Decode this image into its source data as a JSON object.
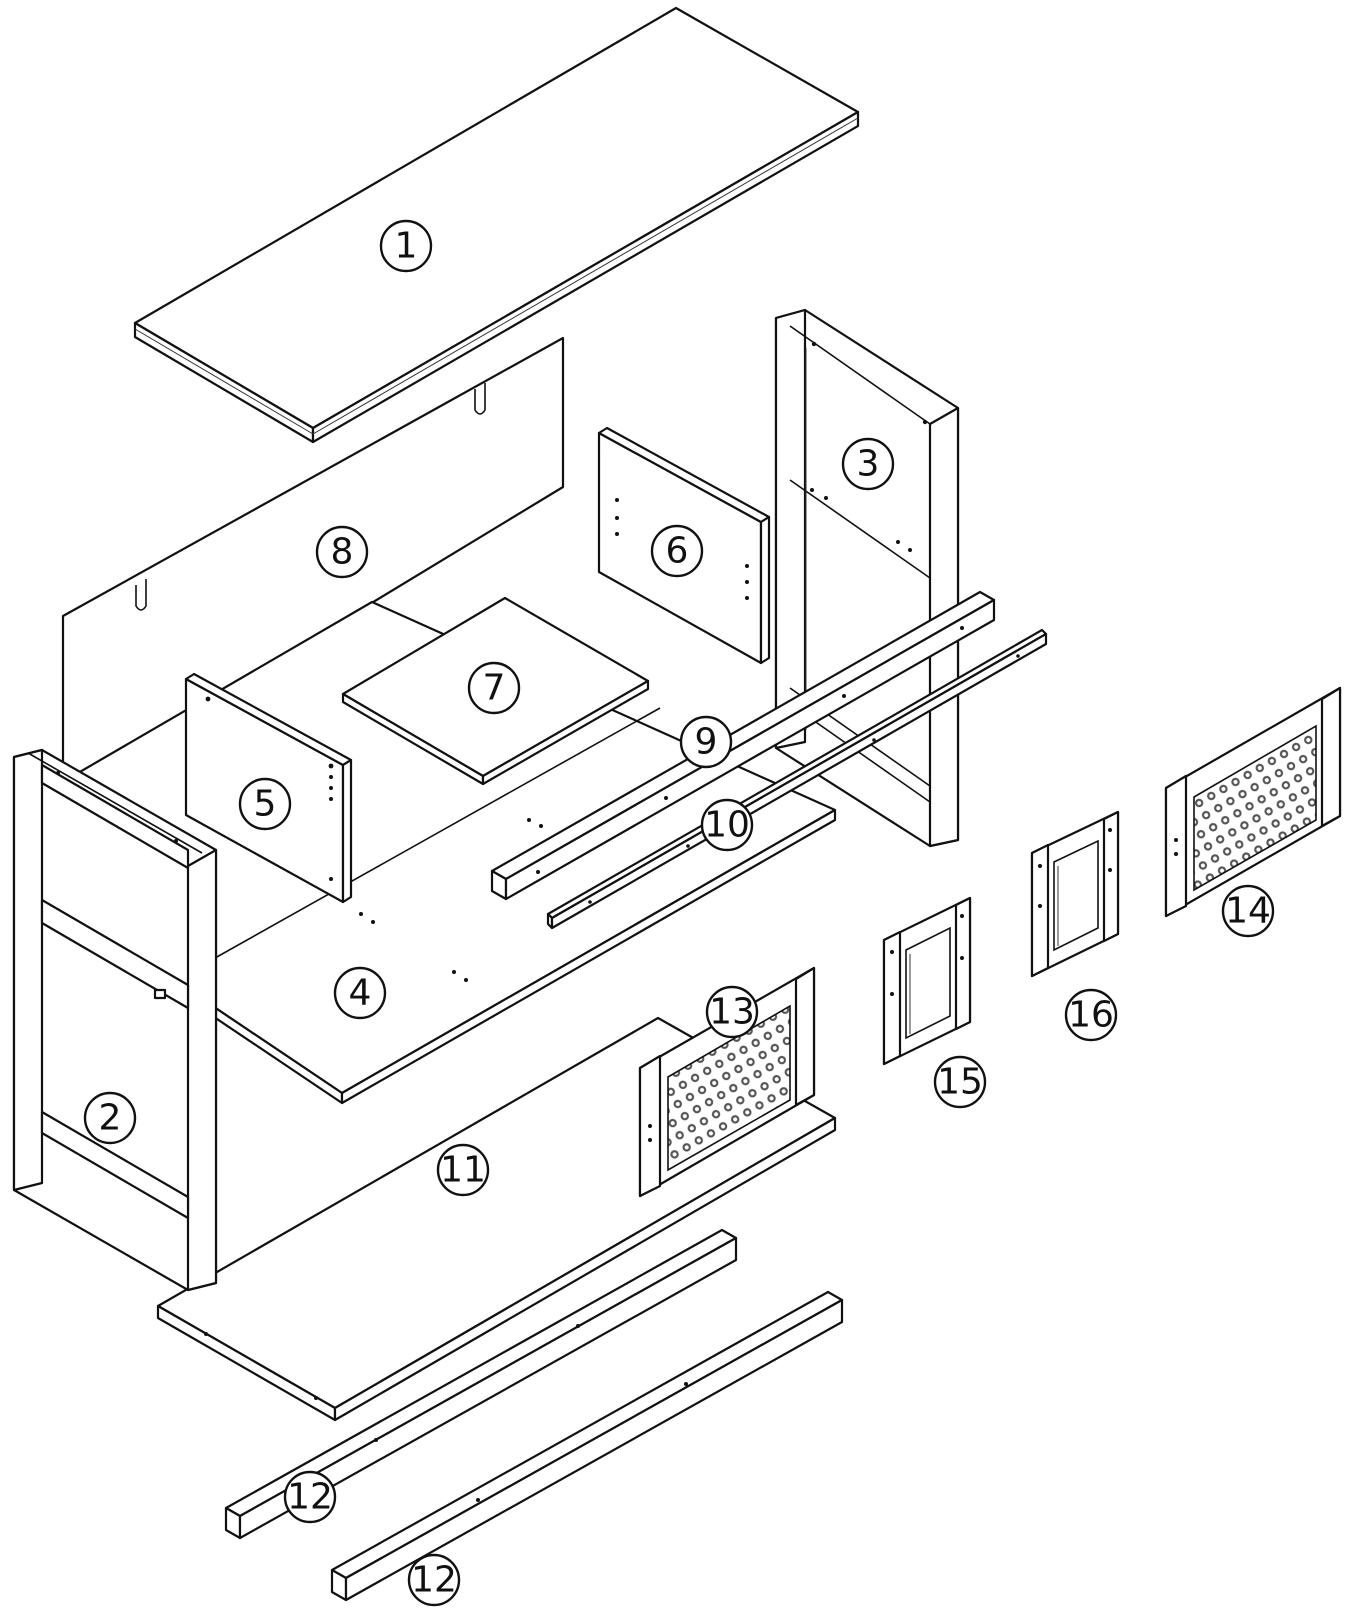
{
  "callouts": {
    "c1": "1",
    "c2": "2",
    "c3": "3",
    "c4": "4",
    "c5": "5",
    "c6": "6",
    "c7": "7",
    "c8": "8",
    "c9": "9",
    "c10": "10",
    "c11": "11",
    "c12a": "12",
    "c12b": "12",
    "c13": "13",
    "c14": "14",
    "c15": "15",
    "c16": "16"
  },
  "colors": {
    "line": "#111111",
    "background": "#ffffff",
    "mesh": "#444444"
  }
}
